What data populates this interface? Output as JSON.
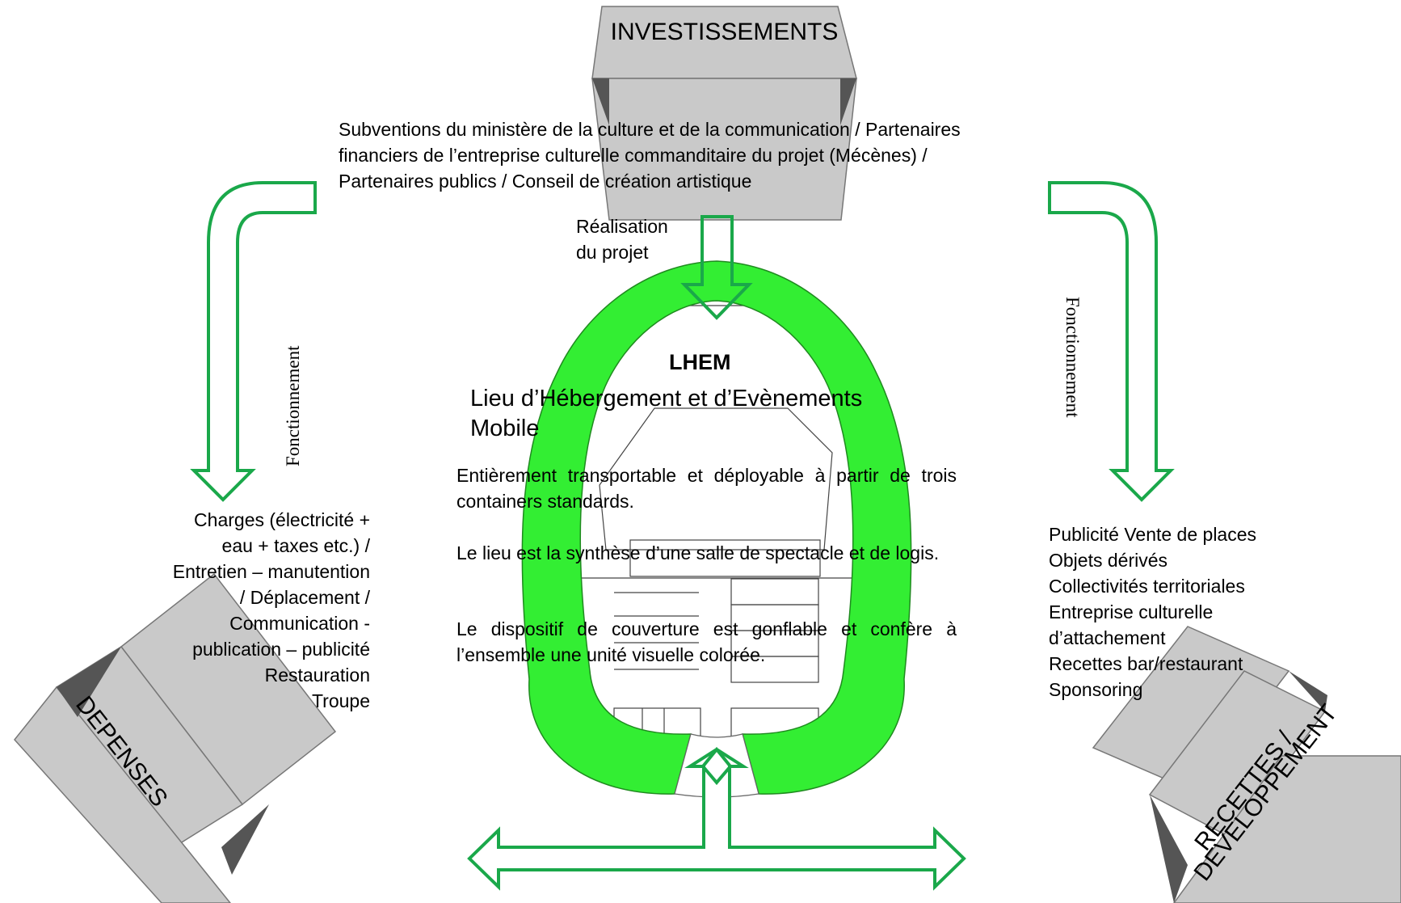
{
  "investments": {
    "title": "INVESTISSEMENTS",
    "sources": "Subventions du ministère de la culture et  de la communication / Partenaires\nfinanciers de l’entreprise culturelle commanditaire du projet (Mécènes) /\nPartenaires publics / Conseil de création artistique"
  },
  "realisation": {
    "label": "Réalisation\ndu projet"
  },
  "lhem": {
    "acronym": "LHEM",
    "full_name": "Lieu d’Hébergement et d’Evènements\nMobile",
    "paragraph_1": "Entièrement transportable et déployable  à partir de trois containers standards.",
    "paragraph_2": "Le lieu est la synthèse d’une salle de spectacle et de logis.",
    "paragraph_3": "Le dispositif de couverture est gonflable et confère à l’ensemble une unité visuelle colorée."
  },
  "left_flow": {
    "label": "Fonctionnement"
  },
  "right_flow": {
    "label": "Fonctionnement"
  },
  "expenses": {
    "title": "DEPENSES",
    "items": "Charges (électricité +\neau + taxes etc.) /\nEntretien – manutention\n/ Déplacement /\nCommunication -\npublication – publicité\nRestauration\nTroupe"
  },
  "revenues": {
    "title_line_1": "RECETTES /",
    "title_line_2": "DEVELOPPEMENT",
    "items": "Publicité Vente de places\nObjets dérivés\nCollectivités territoriales\nEntreprise culturelle\nd’attachement\nRecettes bar/restaurant\nSponsoring"
  },
  "colors": {
    "arrow_outline": "#1aa84a",
    "ring_fill": "#33ee33",
    "box_face": "#c9c9c9",
    "box_shadow": "#555555",
    "outline": "#666666"
  }
}
